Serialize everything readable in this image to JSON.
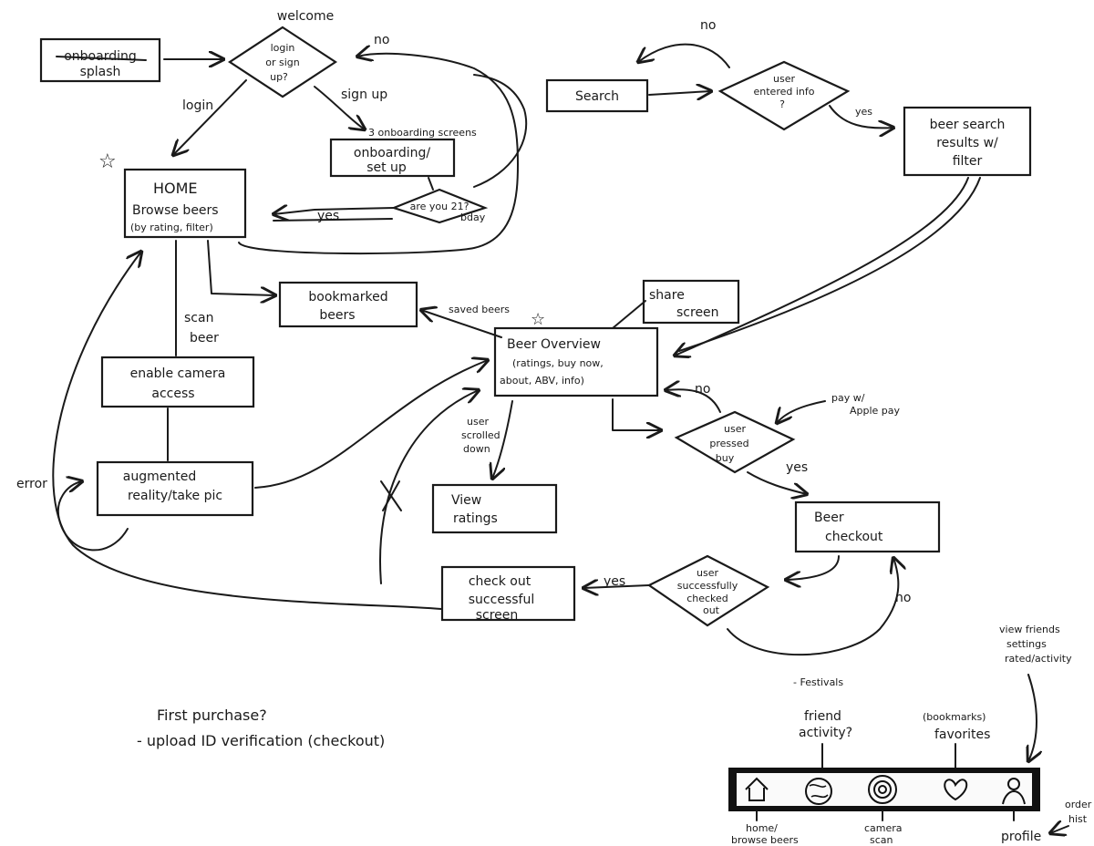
{
  "nodes": {
    "splash": {
      "line1": "onboarding",
      "line2": "splash"
    },
    "welcome": "welcome",
    "login_decision": {
      "line1": "login",
      "line2": "or sign",
      "line3": "up?"
    },
    "onboarding": {
      "line1": "onboarding/",
      "line2": "set up"
    },
    "age_decision": "are you 21?",
    "home": {
      "line1": "HOME",
      "line2": "Browse beers",
      "line3": "(by rating, filter)"
    },
    "search": "Search",
    "user_entered_decision": {
      "line1": "user",
      "line2": "entered info",
      "line3": "?"
    },
    "search_results": {
      "line1": "beer search",
      "line2": "results w/",
      "line3": "filter"
    },
    "bookmarked": {
      "line1": "bookmarked",
      "line2": "beers"
    },
    "share": {
      "line1": "share",
      "line2": "screen"
    },
    "beer_overview": {
      "line1": "Beer Overview",
      "line2": "(ratings, buy now,",
      "line3": "about, ABV, info)"
    },
    "camera": {
      "line1": "enable camera",
      "line2": "access"
    },
    "ar": {
      "line1": "augmented",
      "line2": "reality/take pic"
    },
    "view_ratings": {
      "line1": "View",
      "line2": "ratings"
    },
    "pressed_buy_decision": {
      "line1": "user",
      "line2": "pressed",
      "line3": "buy"
    },
    "checkout": {
      "line1": "Beer",
      "line2": "checkout"
    },
    "checkout_success_decision": {
      "line1": "user",
      "line2": "successfully",
      "line3": "checked",
      "line4": "out"
    },
    "success_screen": {
      "line1": "check out",
      "line2": "successful",
      "line3": "screen"
    }
  },
  "edge_labels": {
    "login": "login",
    "sign_up": "sign up",
    "no_top": "no",
    "three_screens": "3 onboarding screens",
    "yes_age": "yes",
    "bday": "bday",
    "no_search": "no",
    "yes_search": "yes",
    "scan_beer": {
      "line1": "scan",
      "line2": "beer"
    },
    "saved_beers": "saved beers",
    "no_buy": "no",
    "apple_pay": {
      "line1": "pay w/",
      "line2": "Apple pay"
    },
    "yes_buy": "yes",
    "scrolled": {
      "line1": "user",
      "line2": "scrolled",
      "line3": "down"
    },
    "error": "error",
    "yes_success": "yes",
    "no_checkout": "no"
  },
  "notes": {
    "first_purchase": {
      "line1": "First purchase?",
      "line2": "- upload ID verification (checkout)"
    },
    "festivals": "- Festivals",
    "friend_activity": {
      "line1": "friend",
      "line2": "activity?"
    },
    "favorites": {
      "line1": "(bookmarks)",
      "line2": "favorites"
    },
    "profile_note": {
      "line1": "view friends",
      "line2": "settings",
      "line3": "rated/activity"
    },
    "order_history": {
      "line1": "order",
      "line2": "hist"
    }
  },
  "navbar": {
    "items": [
      {
        "icon": "home-icon",
        "label1": "home/",
        "label2": "browse beers"
      },
      {
        "icon": "globe-icon",
        "label1": "",
        "label2": ""
      },
      {
        "icon": "camera-icon",
        "label1": "camera",
        "label2": "scan"
      },
      {
        "icon": "heart-icon",
        "label1": "",
        "label2": ""
      },
      {
        "icon": "person-icon",
        "label1": "profile",
        "label2": ""
      }
    ]
  }
}
